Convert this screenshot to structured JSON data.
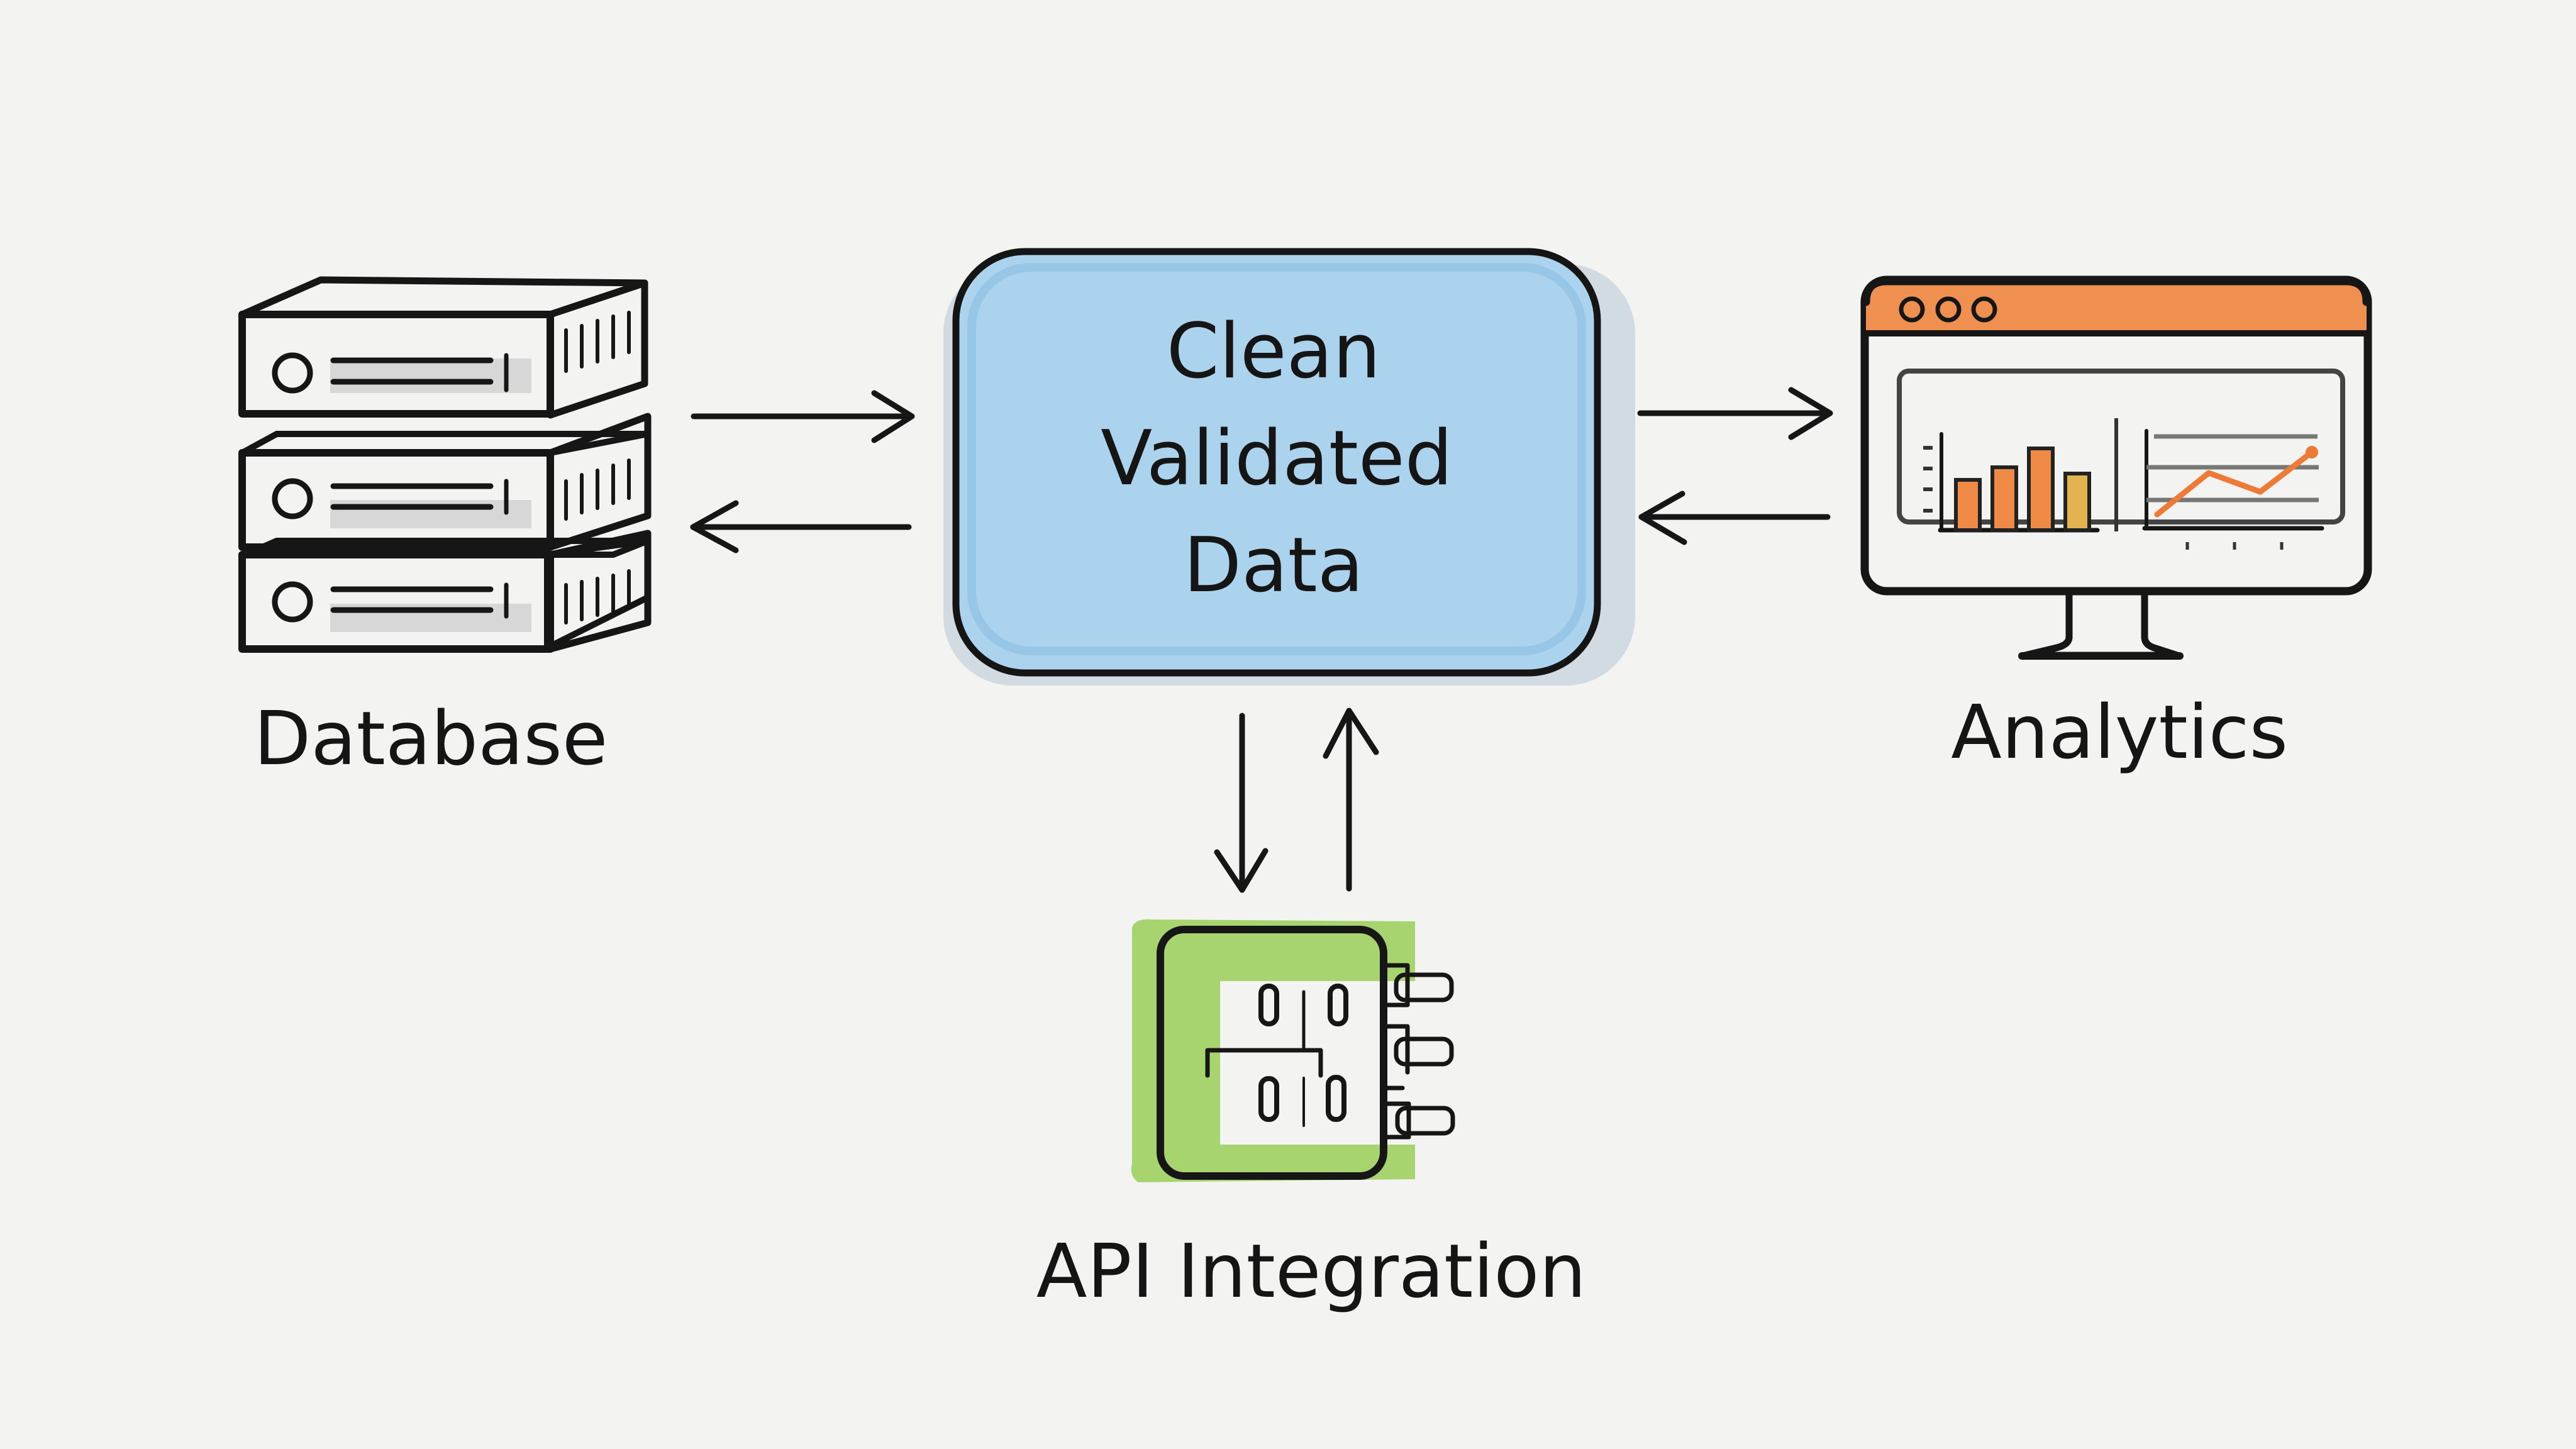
{
  "diagram": {
    "center": {
      "lines": [
        "Clean",
        "Validated",
        "Data"
      ],
      "color": "#a9d2ec"
    },
    "nodes": {
      "database": {
        "label": "Database",
        "color": "#d4d4d4"
      },
      "analytics": {
        "label": "Analytics",
        "color": "#f08a3c",
        "bar_values": [
          4,
          5,
          6.5,
          4.5
        ],
        "line_values": [
          0,
          2.2,
          1.2,
          3.3
        ]
      },
      "api": {
        "label": "API Integration",
        "color": "#9dcf5a",
        "pin_color": "#efd392"
      }
    },
    "connections": [
      {
        "from": "database",
        "to": "center",
        "direction": "right"
      },
      {
        "from": "center",
        "to": "database",
        "direction": "left"
      },
      {
        "from": "center",
        "to": "analytics",
        "direction": "right"
      },
      {
        "from": "analytics",
        "to": "center",
        "direction": "left"
      },
      {
        "from": "center",
        "to": "api",
        "direction": "down"
      },
      {
        "from": "api",
        "to": "center",
        "direction": "up"
      }
    ]
  }
}
